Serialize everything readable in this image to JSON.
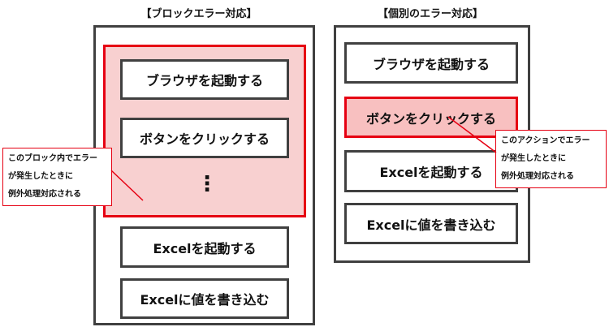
{
  "left": {
    "title": "【ブロックエラー対応】",
    "steps": [
      "ブラウザを起動する",
      "ボタンをクリックする",
      "Excelを起動する",
      "Excelに値を書き込む"
    ],
    "ellipsis": "⋮",
    "callout": [
      "このブロック内でエラー",
      "が発生したときに",
      "例外処理対応される"
    ]
  },
  "right": {
    "title": "【個別のエラー対応】",
    "steps": [
      "ブラウザを起動する",
      "ボタンをクリックする",
      "Excelを起動する",
      "Excelに値を書き込む"
    ],
    "callout": [
      "このアクションでエラー",
      "が発生したときに",
      "例外処理対応される"
    ]
  },
  "colors": {
    "error_red": "#e60012",
    "highlight_fill": "#f8d0d0",
    "border_gray": "#404040"
  }
}
